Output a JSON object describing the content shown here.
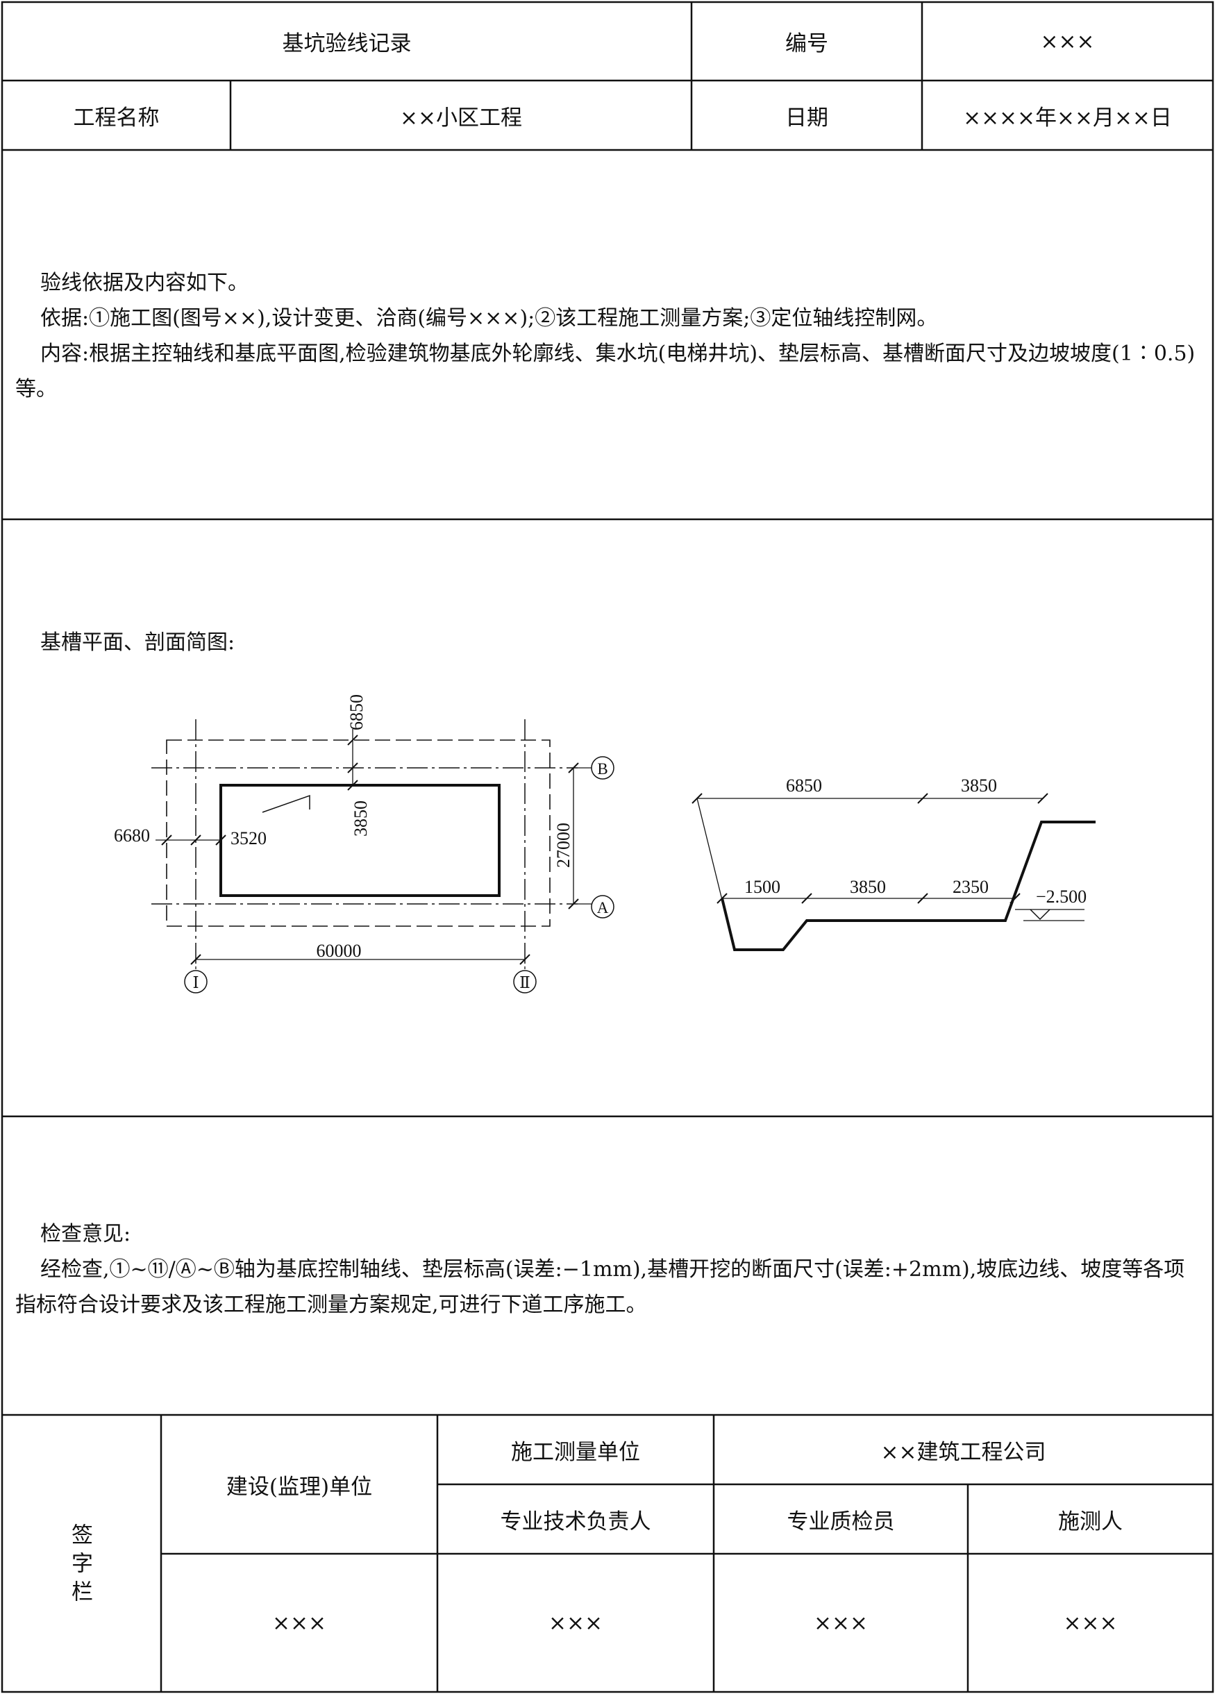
{
  "header": {
    "title": "基坑验线记录",
    "number_label": "编号",
    "number_value": "×××",
    "project_label": "工程名称",
    "project_value": "××小区工程",
    "date_label": "日期",
    "date_value": "××××年××月××日"
  },
  "basis": {
    "intro": "验线依据及内容如下。",
    "basis_line": "依据:①施工图(图号××),设计变更、洽商(编号×××);②该工程施工测量方案;③定位轴线控制网。",
    "content_line": "内容:根据主控轴线和基底平面图,检验建筑物基底外轮廓线、集水坑(电梯井坑)、垫层标高、基槽断面尺寸及边坡坡度(1∶0.5)等。"
  },
  "sketch": {
    "heading": "基槽平面、剖面简图:",
    "plan": {
      "dim_top": "6850",
      "dim_inner_top": "3850",
      "dim_left_outer": "6680",
      "dim_left_inner": "3520",
      "dim_right": "27000",
      "dim_bottom": "60000",
      "axis_b": "B",
      "axis_a": "A",
      "axis_1": "Ⅰ",
      "axis_2": "Ⅱ"
    },
    "section": {
      "dim_top_left": "6850",
      "dim_top_right": "3850",
      "dim_mid_1": "1500",
      "dim_mid_2": "3850",
      "dim_mid_3": "2350",
      "elevation": "−2.500"
    }
  },
  "inspection": {
    "heading": "检查意见:",
    "text": "经检查,①~⑪/Ⓐ~Ⓑ轴为基底控制轴线、垫层标高(误差:−1mm),基槽开挖的断面尺寸(误差:+2mm),坡底边线、坡度等各项指标符合设计要求及该工程施工测量方案规定,可进行下道工序施工。"
  },
  "signature": {
    "column_label": "签字栏",
    "owner_label": "建设(监理)单位",
    "survey_unit_label": "施工测量单位",
    "company": "××建筑工程公司",
    "tech_lead": "专业技术负责人",
    "qc": "专业质检员",
    "surveyor": "施测人",
    "owner_sign": "×××",
    "tech_sign": "×××",
    "qc_sign": "×××",
    "surveyor_sign": "×××"
  }
}
